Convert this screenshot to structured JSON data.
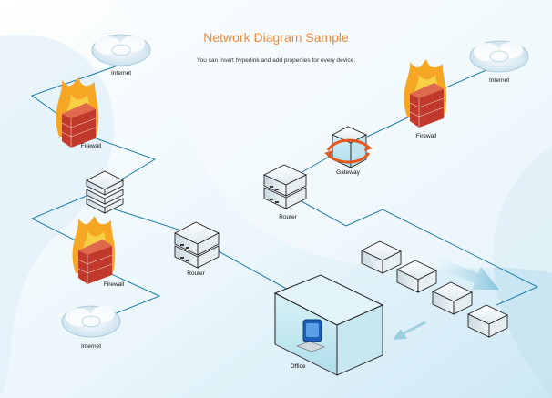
{
  "diagram": {
    "title": "Network Diagram Sample",
    "subtitle": "You can insert hyperlink and add properties for every device.",
    "labels": {
      "internet_top_left": "Internet",
      "firewall_top_left": "Firewall",
      "firewall_bottom_left": "Firewall",
      "internet_bottom_left": "Internet",
      "router_center": "Router",
      "router_top": "Router",
      "gateway": "Gateway",
      "firewall_right": "Firewall",
      "internet_right": "Internet",
      "office": "Office"
    },
    "colors": {
      "title": "#f0883a",
      "lines": "#1e7fa8",
      "background": "#eaf6fb",
      "device": "#f4f7f9",
      "fire": "#f5a623",
      "brick": "#c0392b"
    }
  }
}
